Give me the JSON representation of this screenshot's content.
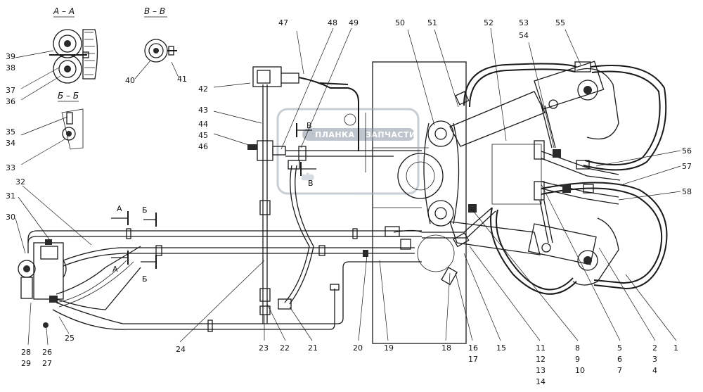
{
  "section_labels": {
    "aa": "А – А",
    "vv": "В – В",
    "bb": "Б – Б",
    "cut_a1": "А",
    "cut_a2": "А",
    "cut_b1": "Б",
    "cut_b2": "Б",
    "cut_v1": "В",
    "cut_v2": "В"
  },
  "watermark": {
    "text": "ЗАПЧАСТИ",
    "sub": "ПЛАНКА"
  },
  "callouts": {
    "c1": "1",
    "c2": "2",
    "c3": "3",
    "c4": "4",
    "c5": "5",
    "c6": "6",
    "c7": "7",
    "c8": "8",
    "c9": "9",
    "c10": "10",
    "c11": "11",
    "c12": "12",
    "c13": "13",
    "c14": "14",
    "c15": "15",
    "c16": "16",
    "c17": "17",
    "c18": "18",
    "c19": "19",
    "c20": "20",
    "c21": "21",
    "c22": "22",
    "c23": "23",
    "c24": "24",
    "c25": "25",
    "c26": "26",
    "c27": "27",
    "c28": "28",
    "c29": "29",
    "c30": "30",
    "c31": "31",
    "c32": "32",
    "c33": "33",
    "c34": "34",
    "c35": "35",
    "c36": "36",
    "c37": "37",
    "c38": "38",
    "c39": "39",
    "c40": "40",
    "c41": "41",
    "c42": "42",
    "c43": "43",
    "c44": "44",
    "c45": "45",
    "c46": "46",
    "c47": "47",
    "c48": "48",
    "c49": "49",
    "c50": "50",
    "c51": "51",
    "c52": "52",
    "c53": "53",
    "c54": "54",
    "c55": "55",
    "c56": "56",
    "c57": "57",
    "c58": "58"
  }
}
